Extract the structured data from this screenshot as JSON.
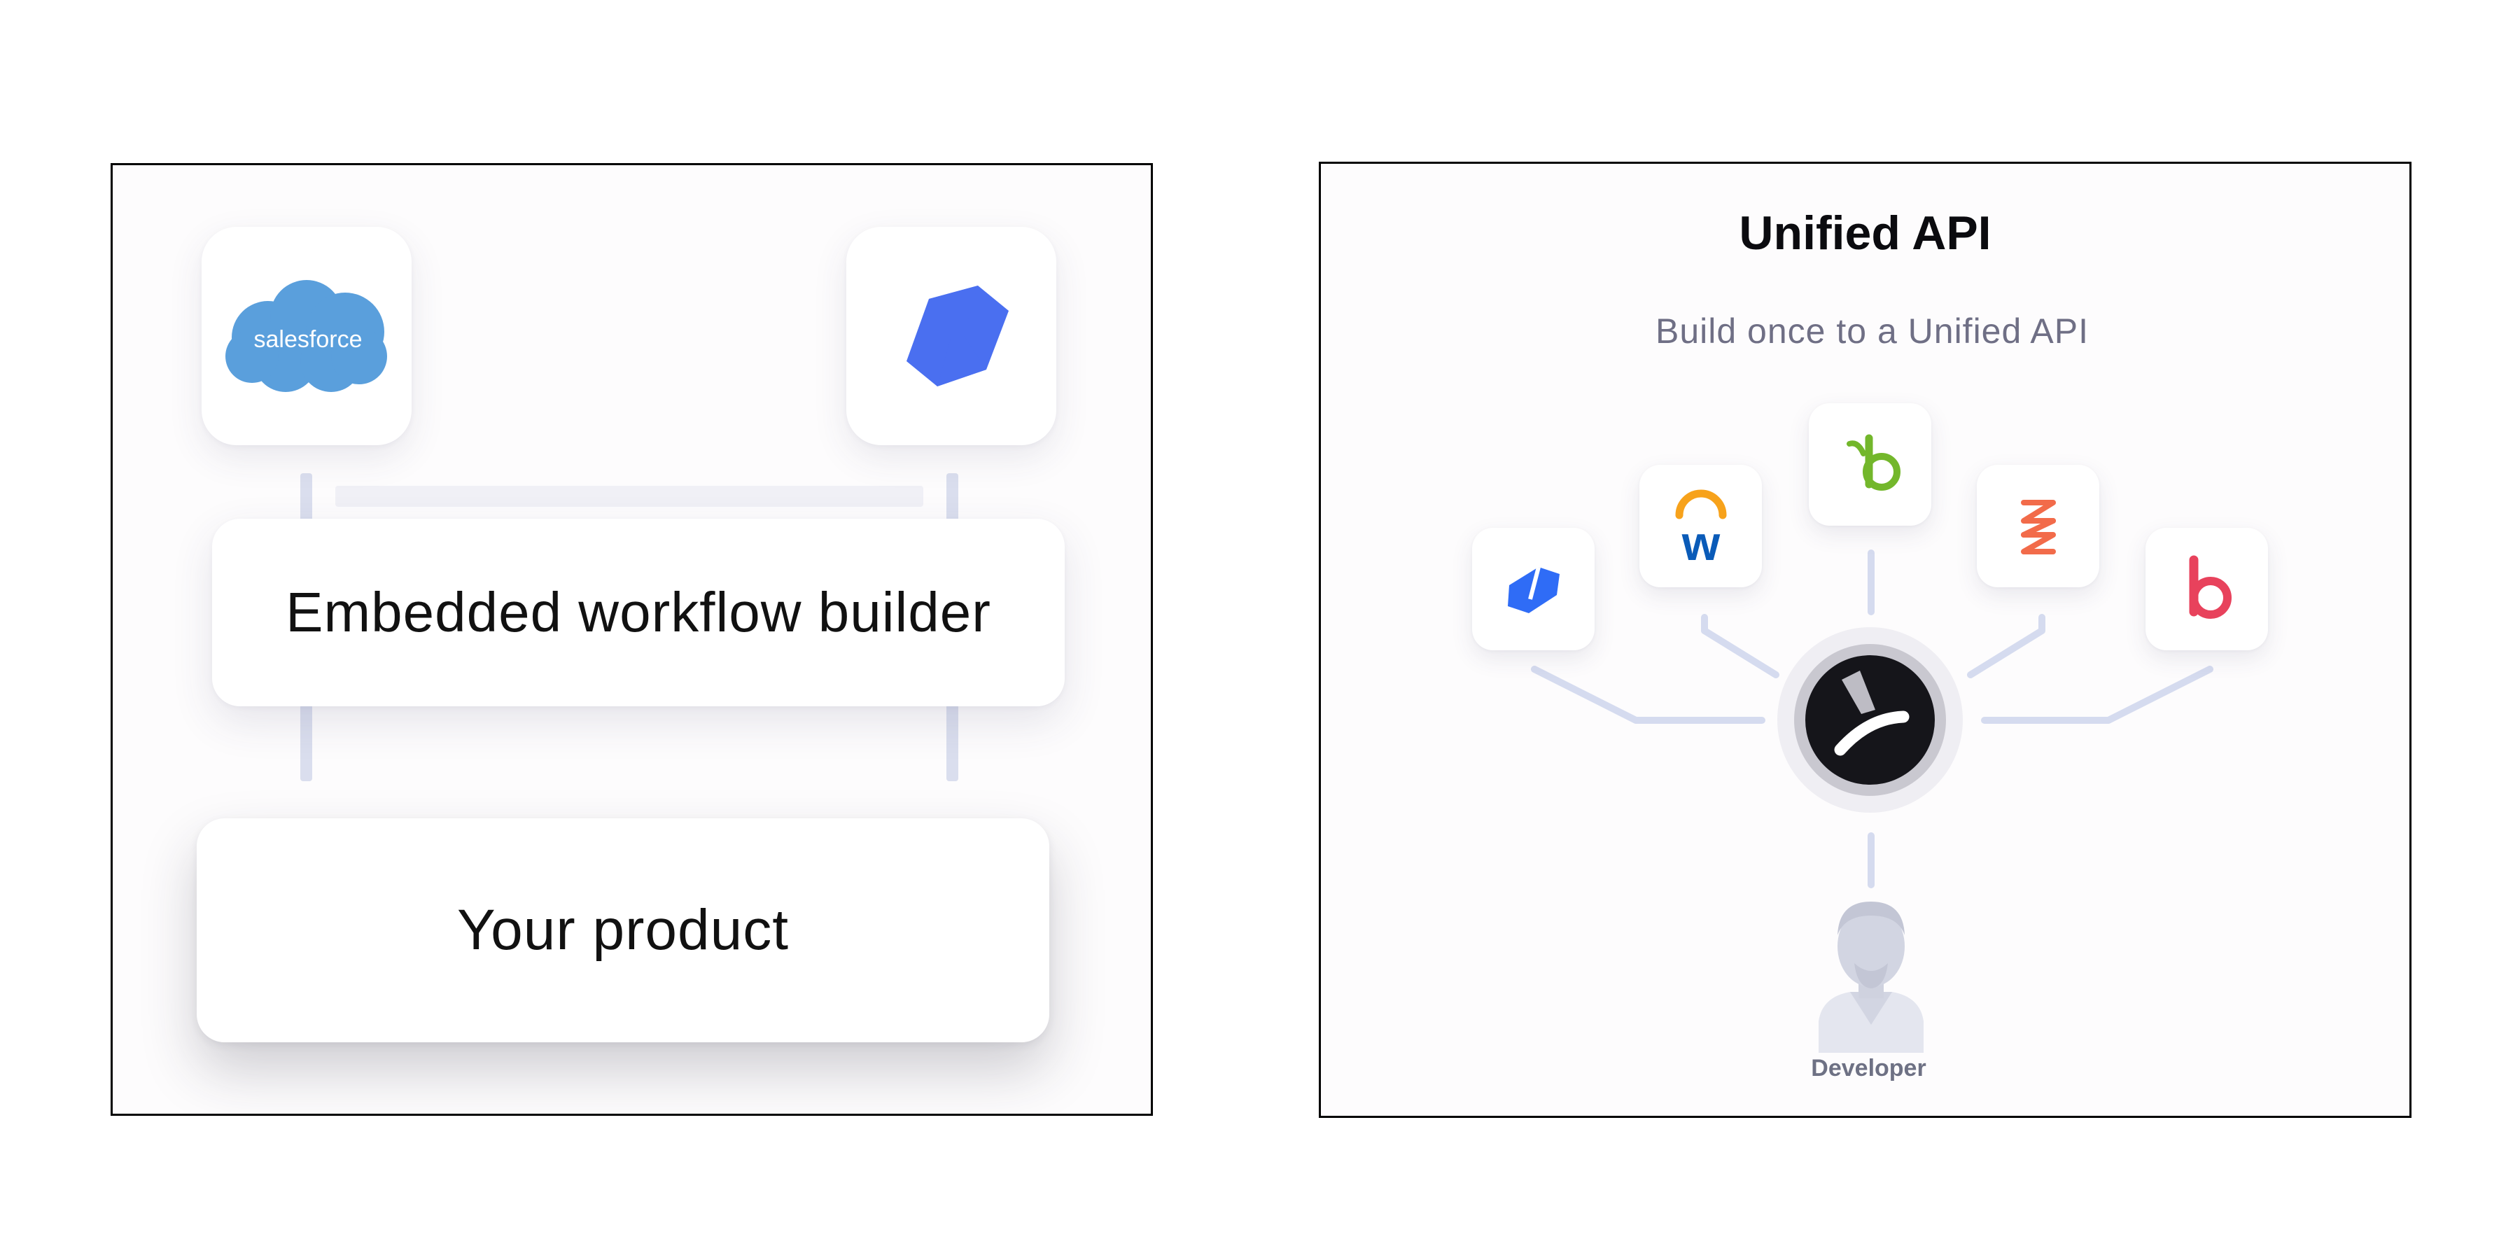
{
  "left_panel": {
    "top_left_logo": {
      "icon": "salesforce-logo",
      "text": "salesforce",
      "color": "#5a9fdc"
    },
    "top_right_logo": {
      "icon": "brand-blue-logo",
      "color": "#4a6ff0"
    },
    "workflow_card_label": "Embedded workflow builder",
    "product_card_label": "Your product"
  },
  "right_panel": {
    "title": "Unified API",
    "subtitle": "Build once to a Unified API",
    "apps": [
      {
        "icon": "brand-blue-logo",
        "color": "#2f6cf6"
      },
      {
        "icon": "workday-logo",
        "color": "#0a5bb8"
      },
      {
        "icon": "bamboohr-logo",
        "color": "#73b72b"
      },
      {
        "icon": "zenefits-logo",
        "color": "#f26b4a"
      },
      {
        "icon": "bob-logo",
        "color": "#e8425c"
      }
    ],
    "hub": {
      "icon": "unified-api-hub-logo"
    },
    "developer": {
      "icon": "developer-avatar-icon",
      "label": "Developer"
    },
    "connector_color": "#d5dbef"
  }
}
